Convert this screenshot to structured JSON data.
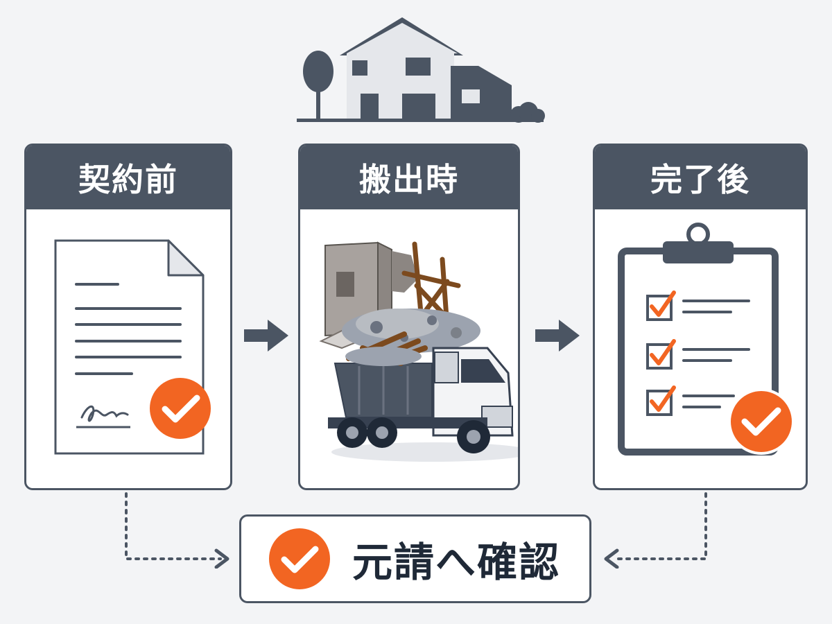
{
  "steps": [
    {
      "label": "契約前",
      "icon": "contract-document-icon"
    },
    {
      "label": "搬出時",
      "icon": "demolition-truck-icon"
    },
    {
      "label": "完了後",
      "icon": "checklist-clipboard-icon"
    }
  ],
  "confirm": {
    "label": "元請へ確認",
    "icon": "check-circle-icon"
  },
  "colors": {
    "header": "#4b5563",
    "accent": "#f26522",
    "background": "#f3f4f6",
    "card": "#ffffff"
  }
}
